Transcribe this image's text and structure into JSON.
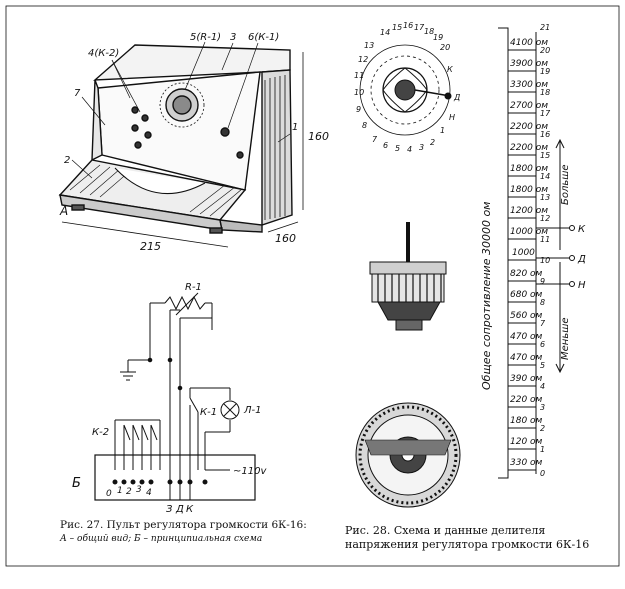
{
  "figure27": {
    "label_a": "А",
    "label_b": "Б",
    "callouts": [
      "4(К-2)",
      "5(R-1)",
      "3",
      "6(К-1)",
      "7",
      "2",
      "1"
    ],
    "dim_width": "215",
    "dim_height": "160",
    "dim_depth": "160",
    "schematic": {
      "resistor": "R-1",
      "switch": "К-1",
      "lamp": "Л-1",
      "switch_bank": "К-2",
      "voltage": "~110v",
      "bank_positions": [
        "0",
        "1",
        "2",
        "3",
        "4"
      ],
      "terminals": [
        "З",
        "Д",
        "К"
      ]
    },
    "caption_title": "Рис. 27. Пульт регулятора громкости 6К-16:",
    "caption_sub": "А – общий вид; Б – принципиальная схема"
  },
  "figure28": {
    "dial_numbers_top": [
      "14",
      "15",
      "16",
      "17",
      "18",
      "19",
      "20"
    ],
    "dial_numbers_left": [
      "13",
      "12",
      "11",
      "10",
      "9",
      "8"
    ],
    "dial_numbers_right": [
      "К",
      "Д",
      "Н",
      "1"
    ],
    "dial_numbers_bottom": [
      "7",
      "6",
      "5",
      "4",
      "3",
      "2"
    ],
    "resistor_values": [
      "4100 ом",
      "3900 ом",
      "3300 ом",
      "2700 ом",
      "2200 ом",
      "2200 ом",
      "1800 ом",
      "1800 ом",
      "1200 ом",
      "1000 ом",
      "1000",
      "820 ом",
      "680 ом",
      "560 ом",
      "470 ом",
      "470 ом",
      "390 ом",
      "220 ом",
      "180 ом",
      "120 ом",
      "330 ом"
    ],
    "tap_numbers": [
      "21",
      "20",
      "19",
      "18",
      "17",
      "16",
      "15",
      "14",
      "13",
      "12",
      "11",
      "10",
      "9",
      "8",
      "7",
      "6",
      "5",
      "4",
      "3",
      "2",
      "1",
      "0"
    ],
    "total_label": "Общее сопротивление 30000 ом",
    "more_label": "Больше",
    "less_label": "Меньше",
    "terminal_k": "К",
    "terminal_d": "Д",
    "terminal_n": "Н",
    "caption": "Рис. 28. Схема и данные делителя напряжения регулятора громкости 6К-16"
  }
}
